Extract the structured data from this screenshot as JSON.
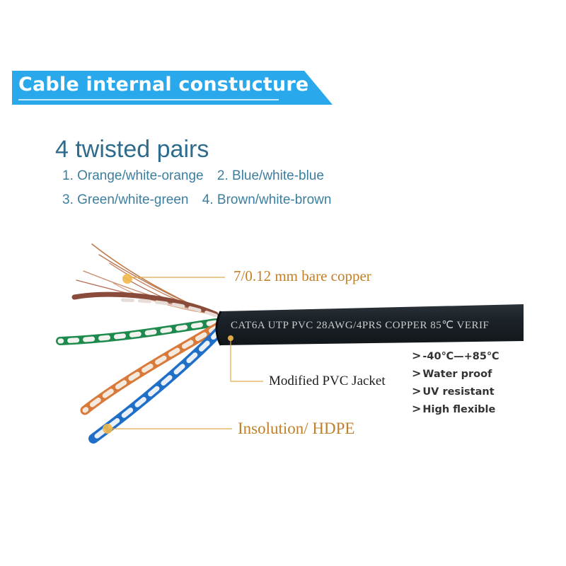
{
  "banner": {
    "title": "Cable internal constucture",
    "bg_color": "#29a9eb"
  },
  "heading": "4 twisted pairs",
  "pairs_line1": [
    "1. Orange/white-orange",
    "2. Blue/white-blue"
  ],
  "pairs_line2": [
    "3. Green/white-green",
    "4. Brown/white-brown"
  ],
  "callouts": {
    "copper": "7/0.12 mm bare copper",
    "jacket": "Modified PVC Jacket",
    "insulation": "Insolution/ HDPE"
  },
  "cable_print": "CAT6A UTP PVC 28AWG/4PRS COPPER 85℃ VERIF",
  "features": [
    {
      "marker": ">",
      "text": "-40℃—+85℃"
    },
    {
      "marker": ">",
      "text": "Water proof"
    },
    {
      "marker": ">",
      "text": "UV resistant"
    },
    {
      "marker": ">",
      "text": "High flexible"
    }
  ],
  "colors": {
    "marker_dot": "#f2b84b",
    "jacket": "#1c2329",
    "callout_text": "#c0802a"
  }
}
